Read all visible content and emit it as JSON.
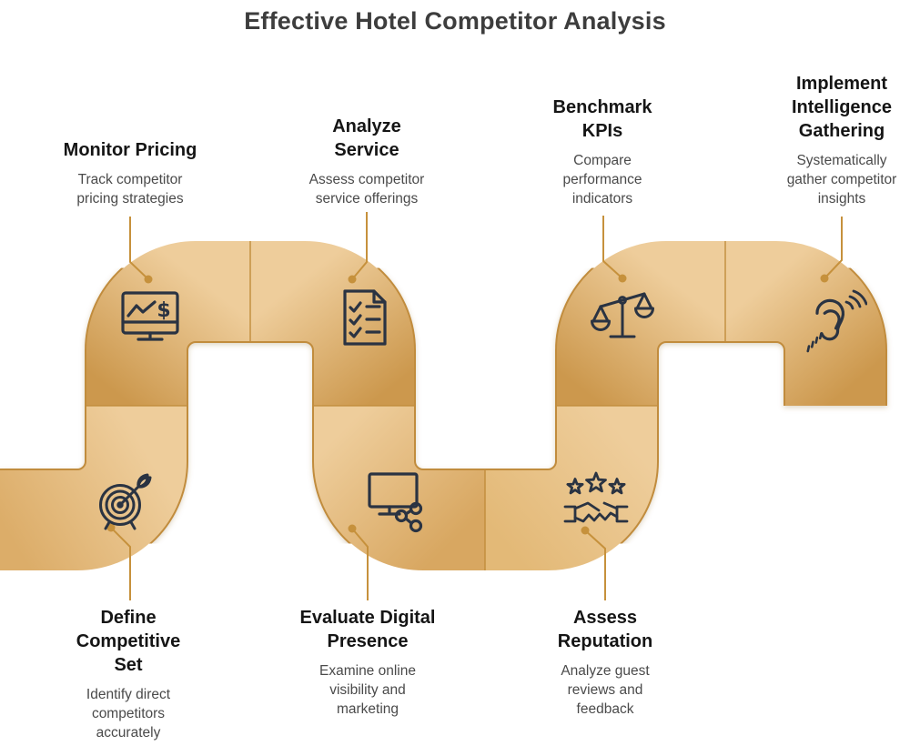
{
  "title": "Effective Hotel Competitor Analysis",
  "colors": {
    "ribbon_dark": "#CC984D",
    "ribbon_light": "#EECD9B",
    "ribbon_edge": "#C18C3D",
    "connector": "#C6913C",
    "icon_stroke": "#2A3342",
    "heading_text": "#151515",
    "body_text": "#4A4A4A",
    "title_text": "#3D3D3D"
  },
  "steps": [
    {
      "heading": "Define\nCompetitive\nSet",
      "description": "Identify direct\ncompetitors\naccurately",
      "icon": "target-icon",
      "position": "bottom"
    },
    {
      "heading": "Monitor Pricing",
      "description": "Track competitor\npricing strategies",
      "icon": "pricing-monitor-icon",
      "position": "top"
    },
    {
      "heading": "Analyze\nService",
      "description": "Assess competitor\nservice offerings",
      "icon": "checklist-icon",
      "position": "top"
    },
    {
      "heading": "Evaluate Digital\nPresence",
      "description": "Examine online\nvisibility and\nmarketing",
      "icon": "digital-network-icon",
      "position": "bottom"
    },
    {
      "heading": "Assess\nReputation",
      "description": "Analyze guest\nreviews and\nfeedback",
      "icon": "stars-handshake-icon",
      "position": "bottom"
    },
    {
      "heading": "Benchmark\nKPIs",
      "description": "Compare\nperformance\nindicators",
      "icon": "balance-scale-icon",
      "position": "top"
    },
    {
      "heading": "Implement\nIntelligence\nGathering",
      "description": "Systematically\ngather competitor\ninsights",
      "icon": "listening-ear-icon",
      "position": "top"
    }
  ]
}
